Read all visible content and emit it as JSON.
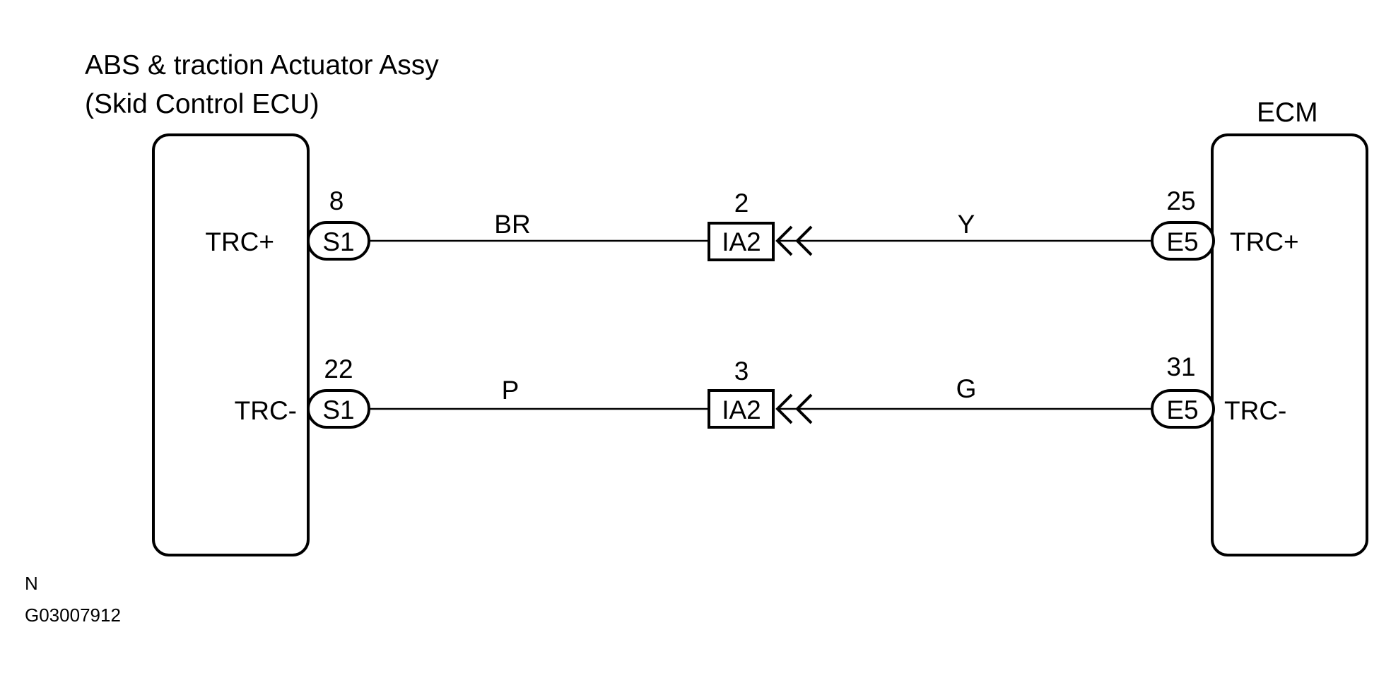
{
  "left_component": {
    "title_line1": "ABS & traction Actuator Assy",
    "title_line2": "(Skid Control ECU)"
  },
  "right_component": {
    "title": "ECM"
  },
  "circuits": [
    {
      "id": "trc-plus",
      "left_signal": "TRC+",
      "left_pin": "8",
      "left_connector": "S1",
      "left_wire_color": "BR",
      "junction_pin": "2",
      "junction_connector": "IA2",
      "right_wire_color": "Y",
      "right_pin": "25",
      "right_connector": "E5",
      "right_signal": "TRC+"
    },
    {
      "id": "trc-minus",
      "left_signal": "TRC-",
      "left_pin": "22",
      "left_connector": "S1",
      "left_wire_color": "P",
      "junction_pin": "3",
      "junction_connector": "IA2",
      "right_wire_color": "G",
      "right_pin": "31",
      "right_connector": "E5",
      "right_signal": "TRC-"
    }
  ],
  "footer": {
    "code_letter": "N",
    "figure_id": "G03007912"
  }
}
